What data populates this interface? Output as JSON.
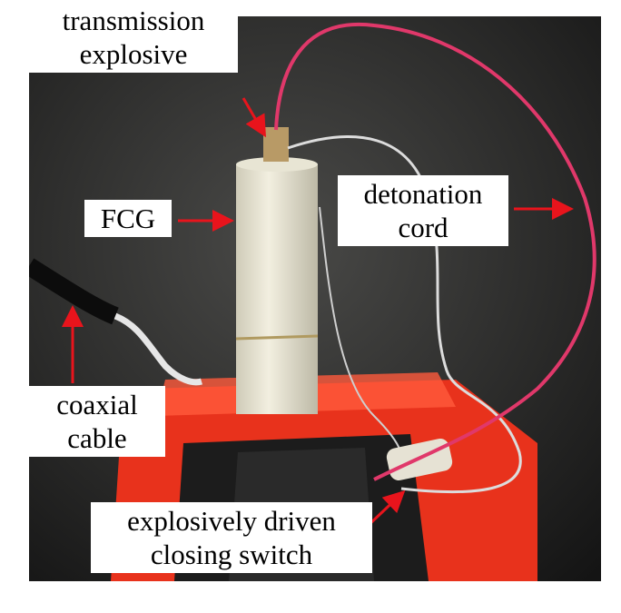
{
  "labels": {
    "transmission_explosive": [
      "transmission",
      "explosive"
    ],
    "fcg": "FCG",
    "detonation_cord": [
      "detonation",
      "cord"
    ],
    "coaxial_cable": [
      "coaxial",
      "cable"
    ],
    "closing_switch": [
      "explosively driven",
      "closing switch"
    ]
  },
  "colors": {
    "arrow": "#e8141c",
    "cord": "#e0386a",
    "stool": "#f0321e"
  }
}
